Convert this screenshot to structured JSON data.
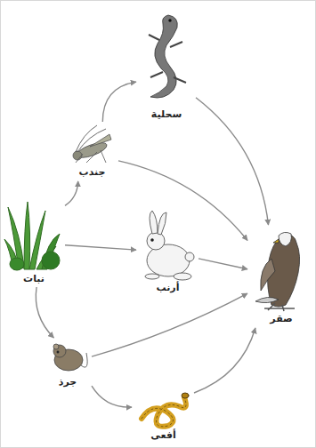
{
  "diagram": {
    "nodes": [
      {
        "text": [
          "نبات"
        ]
      },
      {
        "text": [
          "جندب"
        ]
      },
      {
        "text": [
          "سحلية"
        ]
      },
      {
        "text": [
          "أرنب"
        ]
      },
      {
        "text": [
          "جرذ"
        ]
      },
      {
        "text": [
          "أفعى"
        ]
      },
      {
        "text": [
          "صقر"
        ]
      }
    ],
    "edges": [
      {
        "from": 0,
        "to": 1,
        "arrow": "to"
      },
      {
        "from": 0,
        "to": 3,
        "arrow": "to"
      },
      {
        "from": 0,
        "to": 4,
        "arrow": "to"
      },
      {
        "from": 1,
        "to": 2,
        "arrow": "to"
      },
      {
        "from": 1,
        "to": 6,
        "arrow": "to"
      },
      {
        "from": 2,
        "to": 6,
        "arrow": "to"
      },
      {
        "from": 3,
        "to": 6,
        "arrow": "to"
      },
      {
        "from": 4,
        "to": 6,
        "arrow": "to"
      },
      {
        "from": 4,
        "to": 5,
        "arrow": "to"
      },
      {
        "from": 5,
        "to": 6,
        "arrow": "to"
      }
    ]
  }
}
